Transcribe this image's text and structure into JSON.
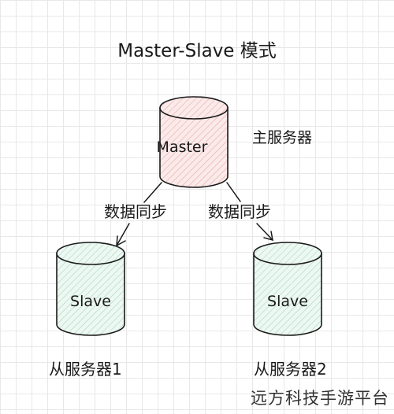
{
  "title": "Master-Slave 模式",
  "nodes": {
    "master": {
      "label": "Master",
      "role": "主服务器",
      "fill": "#f6d9d9"
    },
    "slave1": {
      "label": "Slave",
      "role": "从服务器1",
      "fill": "#d8efe6"
    },
    "slave2": {
      "label": "Slave",
      "role": "从服务器2",
      "fill": "#d8efe6"
    }
  },
  "edges": {
    "left": {
      "label": "数据同步"
    },
    "right": {
      "label": "数据同步"
    }
  },
  "watermark": "远方科技手游平台",
  "colors": {
    "stroke": "#1a1a1a",
    "grid": "#e8e8e8"
  }
}
